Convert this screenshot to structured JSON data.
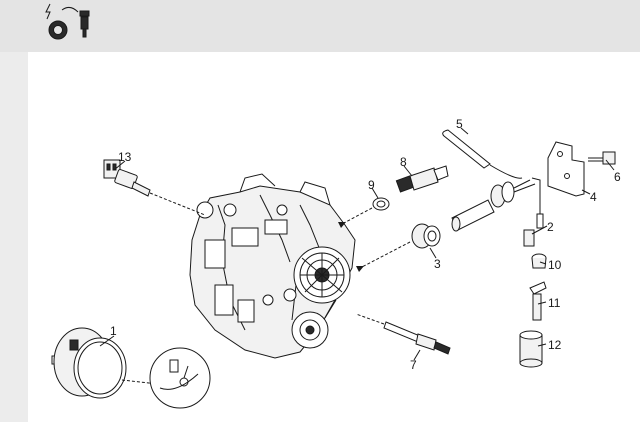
{
  "header": {
    "icon": "temperature-sender-icon"
  },
  "callouts": [
    {
      "id": "1",
      "label": "1"
    },
    {
      "id": "2",
      "label": "2"
    },
    {
      "id": "3",
      "label": "3"
    },
    {
      "id": "4",
      "label": "4"
    },
    {
      "id": "5",
      "label": "5"
    },
    {
      "id": "6",
      "label": "6"
    },
    {
      "id": "7",
      "label": "7"
    },
    {
      "id": "8",
      "label": "8"
    },
    {
      "id": "9",
      "label": "9"
    },
    {
      "id": "10",
      "label": "10"
    },
    {
      "id": "11",
      "label": "11"
    },
    {
      "id": "12",
      "label": "12"
    },
    {
      "id": "13",
      "label": "13"
    }
  ]
}
